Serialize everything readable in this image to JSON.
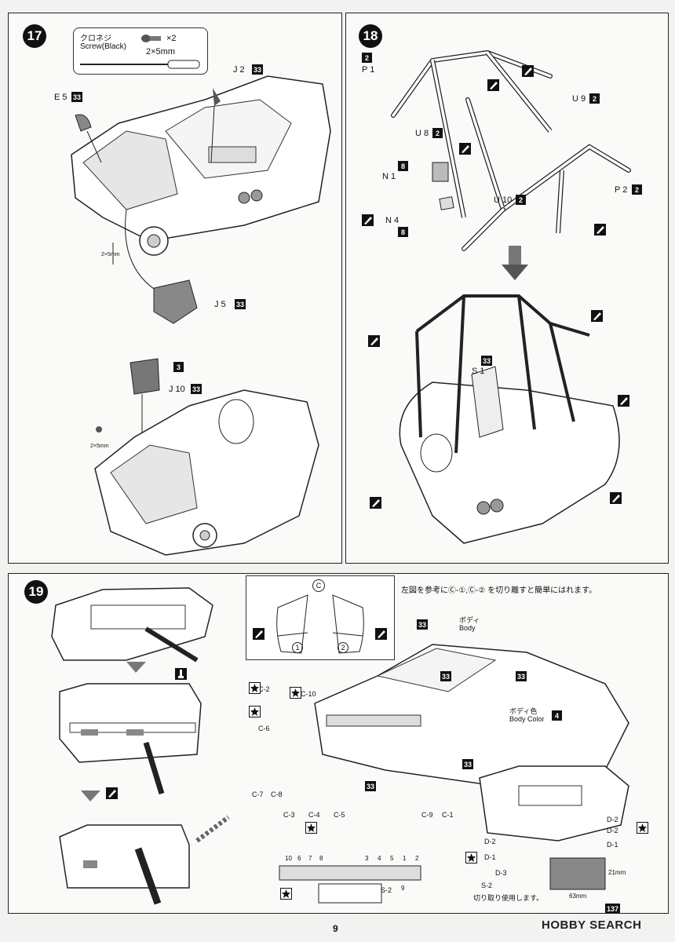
{
  "page_number": "9",
  "watermark": "HOBBY SEARCH",
  "step17": {
    "number": "17",
    "screw": {
      "jp": "クロネジ",
      "en": "Screw(Black)",
      "qty": "×2",
      "size": "2×5mm"
    },
    "labels": {
      "j2": "J 2",
      "j2_badge": "33",
      "e5": "E 5",
      "e5_badge": "33",
      "screw_small_1": "2×5mm",
      "j5": "J 5",
      "j5_badge": "33",
      "part3_badge": "3",
      "j10": "J 10",
      "j10_badge": "33",
      "screw_small_2": "2×5mm"
    }
  },
  "step18": {
    "number": "18",
    "labels": {
      "p1_badge": "2",
      "p1": "P 1",
      "u9": "U 9",
      "u9_badge": "2",
      "u8": "U 8",
      "u8_badge": "2",
      "n1": "N 1",
      "n1_badge": "8",
      "n4": "N 4",
      "n4_badge": "8",
      "u10": "U 10",
      "u10_badge": "2",
      "p2": "P 2",
      "p2_badge": "2",
      "s1_badge": "33",
      "s1": "S 1"
    }
  },
  "step19": {
    "number": "19",
    "c_tree": "C",
    "c1": "1",
    "c2": "2",
    "note": "左図を参考にⒸ-①,Ⓒ-② を切り離すと簡単にはれます。",
    "body_jp": "ボディ",
    "body_en": "Body",
    "body_badge": "33",
    "bodycolor_jp": "ボディ色",
    "bodycolor_en": "Body Color",
    "bodycolor_badge": "4",
    "badge33": "33",
    "parts": {
      "c2": "C-2",
      "c10": "C-10",
      "c6": "C-6",
      "c7": "C-7",
      "c8": "C-8",
      "c3": "C-3",
      "c4": "C-4",
      "c5": "C-5",
      "c9": "C-9",
      "c1": "C-1",
      "d2": "D-2",
      "d1": "D-1",
      "d3": "D-3"
    },
    "plate_nums": [
      "10",
      "6",
      "7",
      "8",
      "3",
      "4",
      "5",
      "1",
      "2",
      "9"
    ],
    "s2": "S-2",
    "cut_note": "切り取り使用します。",
    "dim_h": "21mm",
    "dim_w": "63mm",
    "decal_badge": "137"
  }
}
